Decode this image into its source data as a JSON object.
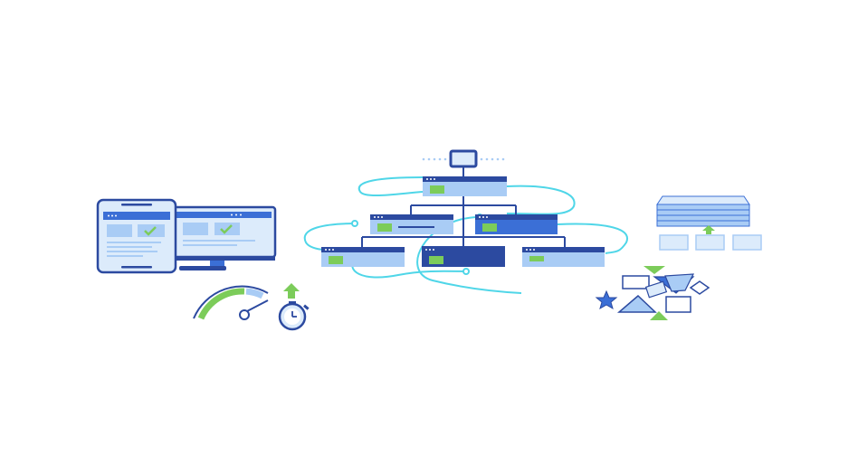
{
  "palette": {
    "dark_blue": "#2c4aa0",
    "mid_blue": "#3b6fd6",
    "light_blue": "#a9ccf5",
    "pale_blue": "#dcebfb",
    "cyan": "#4fd6e8",
    "green": "#7ccc5a",
    "white": "#ffffff"
  },
  "groups": {
    "responsive": {
      "icon": "phone-and-monitor-icon",
      "check": "checkmark-icon"
    },
    "performance": {
      "icon": "speedometer-icon",
      "timer": "stopwatch-icon",
      "arrow": "arrow-up-icon",
      "gauge_level": 0.55
    },
    "sitemap": {
      "icon": "sitemap-hierarchy-icon",
      "levels": [
        1,
        2,
        3
      ]
    },
    "database": {
      "icon": "server-stack-icon",
      "arrow": "arrow-up-icon"
    },
    "shapes": {
      "icon": "scattered-shapes-icon"
    }
  }
}
